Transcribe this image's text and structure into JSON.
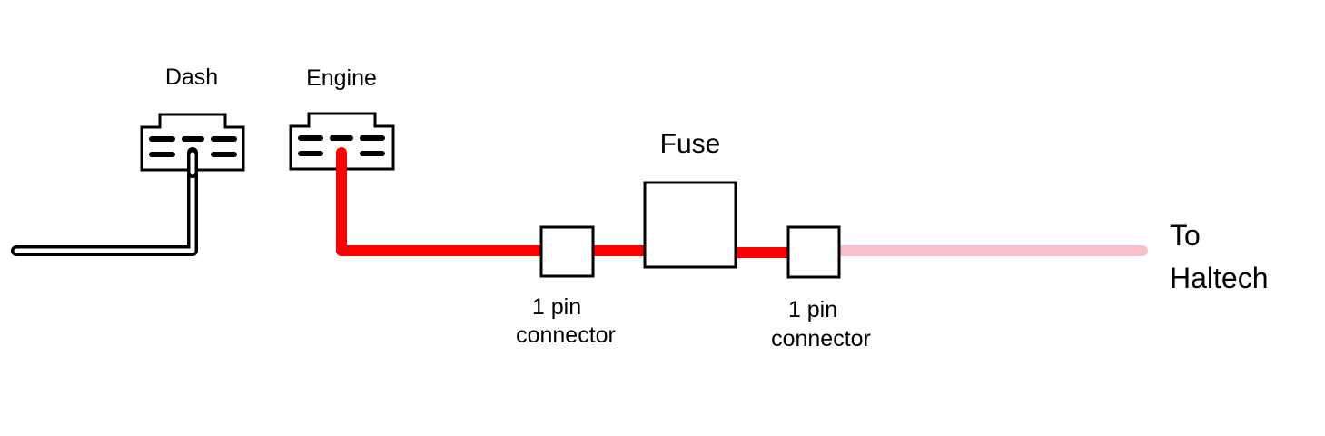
{
  "labels": {
    "dash": "Dash",
    "engine": "Engine",
    "fuse": "Fuse",
    "connector1_line1": "1 pin",
    "connector1_line2": "connector",
    "connector2_line1": "1 pin",
    "connector2_line2": "connector",
    "to_haltech_line1": "To",
    "to_haltech_line2": "Haltech"
  },
  "colors": {
    "red_wire": "#ff0000",
    "pink_wire": "#f9c0cb",
    "outline": "#000000",
    "background": "#ffffff"
  }
}
